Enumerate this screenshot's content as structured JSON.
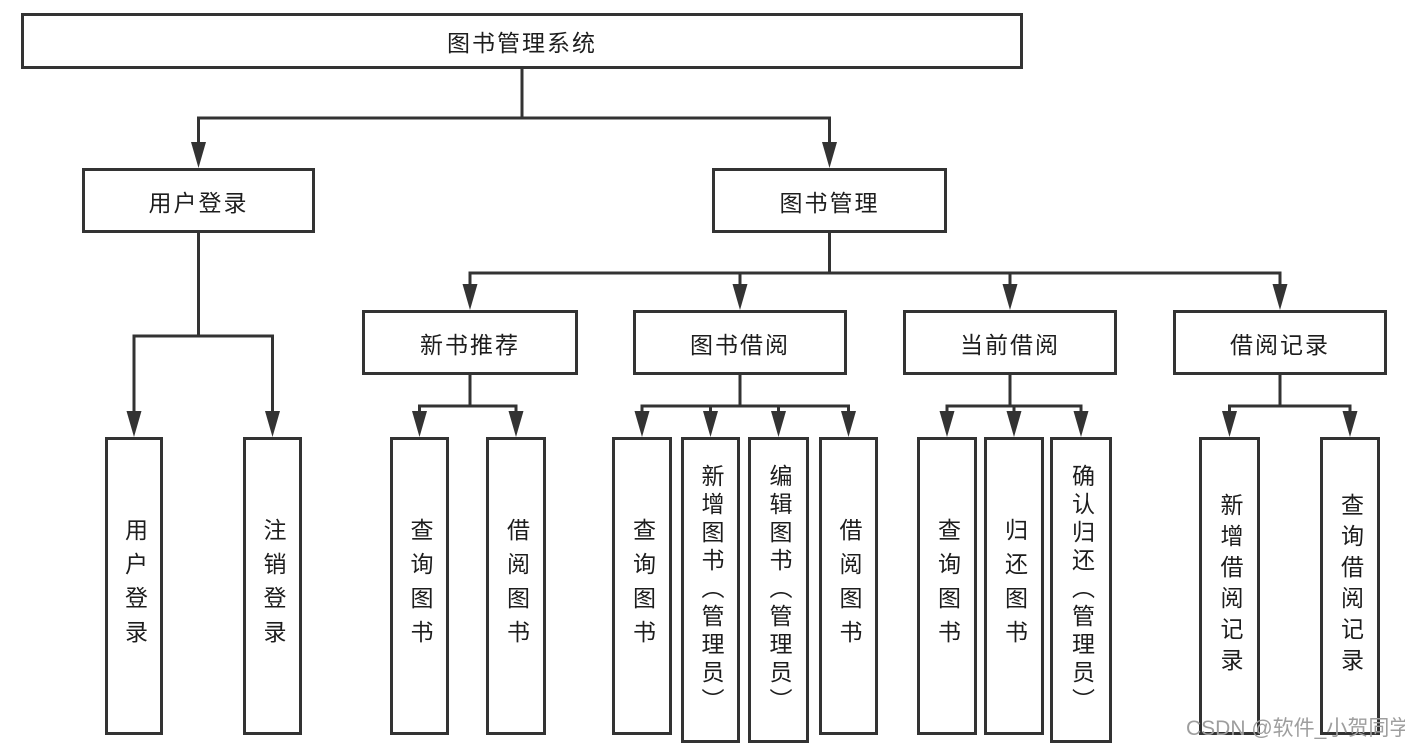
{
  "diagram": {
    "type": "hierarchy-tree",
    "title": "图书管理系统",
    "nodes": [
      {
        "id": "root",
        "label": "图书管理系统",
        "parent": null,
        "level": 1
      },
      {
        "id": "user-login",
        "label": "用户登录",
        "parent": "root",
        "level": 2
      },
      {
        "id": "book-mgmt",
        "label": "图书管理",
        "parent": "root",
        "level": 2
      },
      {
        "id": "login-leaf",
        "label": "用户登录",
        "parent": "user-login",
        "level": 3
      },
      {
        "id": "logout-leaf",
        "label": "注销登录",
        "parent": "user-login",
        "level": 3
      },
      {
        "id": "new-book-rec",
        "label": "新书推荐",
        "parent": "book-mgmt",
        "level": 3
      },
      {
        "id": "book-borrow",
        "label": "图书借阅",
        "parent": "book-mgmt",
        "level": 3
      },
      {
        "id": "current-borrow",
        "label": "当前借阅",
        "parent": "book-mgmt",
        "level": 3
      },
      {
        "id": "borrow-records",
        "label": "借阅记录",
        "parent": "book-mgmt",
        "level": 3
      },
      {
        "id": "nbr-query-books",
        "label": "查询图书",
        "parent": "new-book-rec",
        "level": 4
      },
      {
        "id": "nbr-borrow-books",
        "label": "借阅图书",
        "parent": "new-book-rec",
        "level": 4
      },
      {
        "id": "bb-query-books",
        "label": "查询图书",
        "parent": "book-borrow",
        "level": 4
      },
      {
        "id": "bb-add-books",
        "label": "新增图书（管理员）",
        "parent": "book-borrow",
        "level": 4
      },
      {
        "id": "bb-edit-books",
        "label": "编辑图书（管理员）",
        "parent": "book-borrow",
        "level": 4
      },
      {
        "id": "bb-borrow-books",
        "label": "借阅图书",
        "parent": "book-borrow",
        "level": 4
      },
      {
        "id": "cb-query-books",
        "label": "查询图书",
        "parent": "current-borrow",
        "level": 4
      },
      {
        "id": "cb-return-books",
        "label": "归还图书",
        "parent": "current-borrow",
        "level": 4
      },
      {
        "id": "cb-confirm-return",
        "label": "确认归还（管理员）",
        "parent": "current-borrow",
        "level": 4
      },
      {
        "id": "br-add-record",
        "label": "新增借阅记录",
        "parent": "borrow-records",
        "level": 4
      },
      {
        "id": "br-query-record",
        "label": "查询借阅记录",
        "parent": "borrow-records",
        "level": 4
      }
    ]
  },
  "watermark": "CSDN @软件_小贺同学",
  "colors": {
    "line": "#333333",
    "box_border": "#333333",
    "text": "#1d1d1d",
    "watermark": "#9e9e9e",
    "background": "#ffffff"
  }
}
